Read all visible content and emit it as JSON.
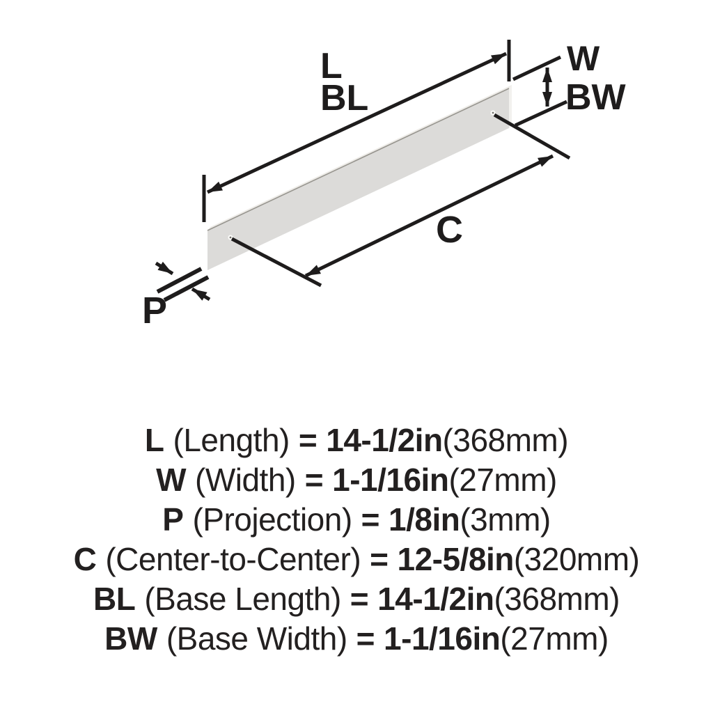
{
  "diagram": {
    "labels": {
      "length": "L",
      "base_length": "BL",
      "width": "W",
      "base_width": "BW",
      "center_to_center": "C",
      "projection": "P"
    },
    "colors": {
      "line": "#1e1c1c",
      "bar_face": "#dcdbd9",
      "bar_top": "#edebe7",
      "bar_end": "#f2f1ee",
      "bar_edge": "#97958f",
      "text": "#232020"
    }
  },
  "spec_lines": [
    {
      "code": "L",
      "label": "(Length)",
      "equals": "=",
      "imperial": "14-1/2in",
      "metric": "(368mm)"
    },
    {
      "code": "W",
      "label": "(Width)",
      "equals": "=",
      "imperial": "1-1/16in",
      "metric": "(27mm)"
    },
    {
      "code": "P",
      "label": "(Projection)",
      "equals": "=",
      "imperial": "1/8in",
      "metric": "(3mm)"
    },
    {
      "code": "C",
      "label": "(Center-to-Center)",
      "equals": "=",
      "imperial": "12-5/8in",
      "metric": "(320mm)"
    },
    {
      "code": "BL",
      "label": "(Base Length)",
      "equals": "=",
      "imperial": "14-1/2in",
      "metric": "(368mm)"
    },
    {
      "code": "BW",
      "label": "(Base Width)",
      "equals": "=",
      "imperial": "1-1/16in",
      "metric": "(27mm)"
    }
  ]
}
